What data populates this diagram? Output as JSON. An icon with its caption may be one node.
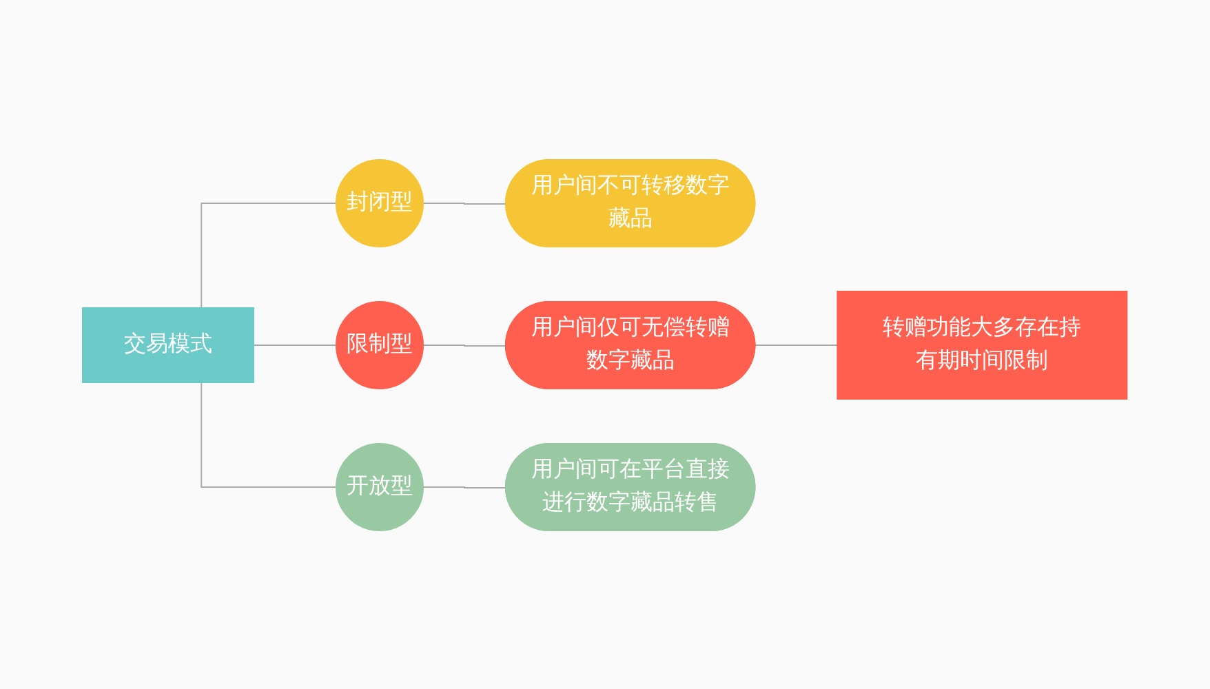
{
  "diagram": {
    "nodes": [
      {
        "text": [
          "交易模式"
        ]
      },
      {
        "text": [
          "封闭型"
        ]
      },
      {
        "text": [
          "用户间不可转移数字藏品"
        ]
      },
      {
        "text": [
          "限制型"
        ]
      },
      {
        "text": [
          "用户间仅可无偿转赠数字藏品"
        ]
      },
      {
        "text": [
          "转赠功能大多存在持有期时间限制"
        ]
      },
      {
        "text": [
          "开放型"
        ]
      },
      {
        "text": [
          "用户间可在平台直接进行数字藏品转售"
        ]
      }
    ],
    "edges": [
      {
        "from": 0,
        "to": 1,
        "arrow": "none"
      },
      {
        "from": 0,
        "to": 3,
        "arrow": "none"
      },
      {
        "from": 0,
        "to": 6,
        "arrow": "none"
      },
      {
        "from": 1,
        "to": 2,
        "arrow": "none"
      },
      {
        "from": 3,
        "to": 4,
        "arrow": "none"
      },
      {
        "from": 4,
        "to": 5,
        "arrow": "none"
      },
      {
        "from": 6,
        "to": 7,
        "arrow": "none"
      }
    ]
  }
}
